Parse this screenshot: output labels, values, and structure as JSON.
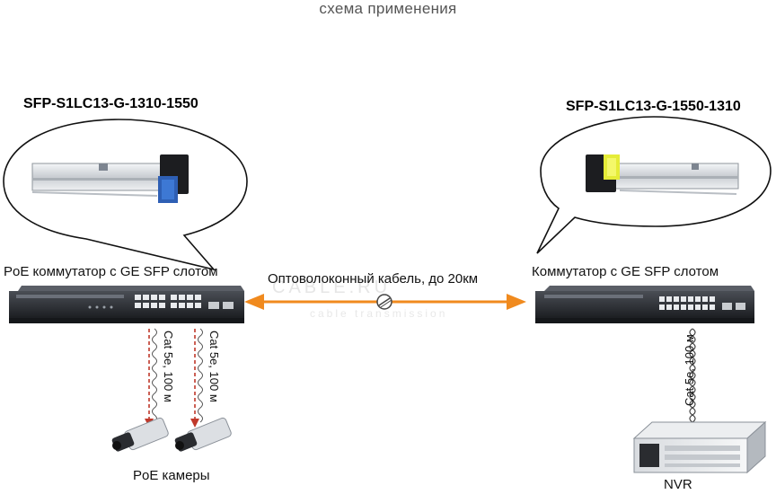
{
  "diagram": {
    "title": "схема применения",
    "left_module": "SFP-S1LC13-G-1310-1550",
    "right_module": "SFP-S1LC13-G-1550-1310",
    "left_switch_label": "PoE коммутатор с GE SFP слотом",
    "right_switch_label": "Коммутатор с GE SFP слотом",
    "fiber_label": "Оптоволоконный кабель, до 20км",
    "cable_left_1": "Cat 5e, 100 м",
    "cable_left_2": "Cat 5e, 100 м",
    "cable_right": "Cat 5e, 100 м",
    "cameras_label": "PoE камеры",
    "nvr_label": "NVR",
    "watermark": "CABLE.RU",
    "watermark_sub": "cable transmission"
  },
  "colors": {
    "arrow": "#f08a1e",
    "drop_line": "#c0392b",
    "switch_body": "#2b2e33"
  }
}
